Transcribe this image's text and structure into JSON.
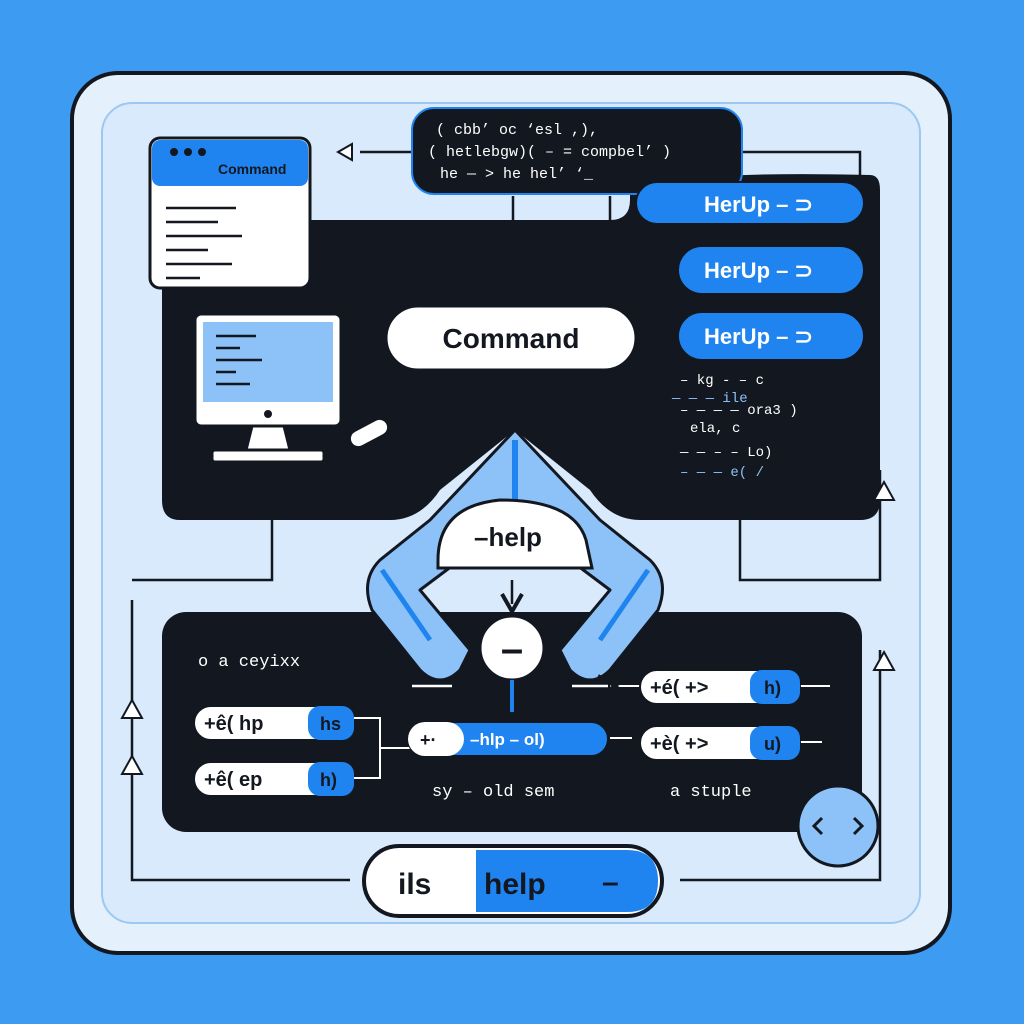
{
  "code_bubble": {
    "lines": [
      "( cbb’ oc ‘esl ,),",
      "( hetlebgw)( – = compbel’ )",
      "he — > he hel’ ‘_"
    ]
  },
  "command_window": {
    "title": "Command"
  },
  "command_pill": {
    "label": "Command"
  },
  "help_chips": [
    {
      "label": "HerUp – ⊃"
    },
    {
      "label": "HerUp – ⊃"
    },
    {
      "label": "HerUp – ⊃"
    }
  ],
  "code_snippet": {
    "lines": [
      "– kg  -  – c",
      "— — — ile",
      "– — — — ora3 )",
      "ela,  c",
      "— — –  –  Lo)",
      "– — — e( /"
    ]
  },
  "help_node": {
    "label": "–help"
  },
  "minus_node": {
    "label": "–"
  },
  "panel_heading": {
    "text": "o  a ceyixx"
  },
  "left_chips": [
    {
      "text": "+ê( hp",
      "tag": "hs"
    },
    {
      "text": "+ê( ep",
      "tag": "h)"
    }
  ],
  "center_chip": {
    "prefix": "+·",
    "text": "–hlp  –  ol)"
  },
  "right_chips": [
    {
      "text": "+é( +>",
      "tag": "h)"
    },
    {
      "text": "+è( +>",
      "tag": "u)"
    }
  ],
  "caption_left": "sy – old  sem",
  "caption_right": "a stuple",
  "bottom_bar": {
    "left": "ils",
    "right": "help",
    "dash": "–"
  },
  "colors": {
    "background": "#3d9bf2",
    "frame": "#e4f1fc",
    "dark_panel": "#13171f",
    "accent": "#1f84f0",
    "light_blue": "#8cc2f8"
  }
}
